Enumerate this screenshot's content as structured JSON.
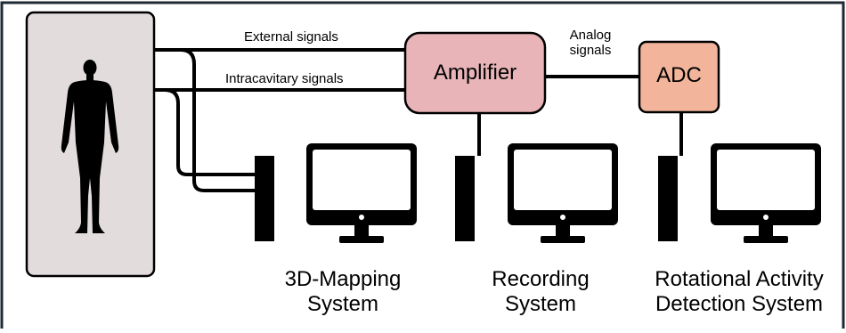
{
  "signals": {
    "external": "External signals",
    "intracavitary": "Intracavitary signals",
    "analog_line1": "Analog",
    "analog_line2": "signals"
  },
  "boxes": {
    "amplifier": "Amplifier",
    "adc": "ADC"
  },
  "systems": [
    {
      "line1": "3D-Mapping",
      "line2": "System"
    },
    {
      "line1": "Recording",
      "line2": "System"
    },
    {
      "line1": "Rotational Activity",
      "line2": "Detection System"
    }
  ],
  "colors": {
    "frame": "#1a1a1a",
    "patient_panel": "#e3dcdc",
    "amplifier_fill": "#e8b4b8",
    "adc_fill": "#f2b49a",
    "stroke": "#000000"
  },
  "icons": {
    "patient": "human-silhouette-icon",
    "computer": "desktop-computer-icon"
  }
}
